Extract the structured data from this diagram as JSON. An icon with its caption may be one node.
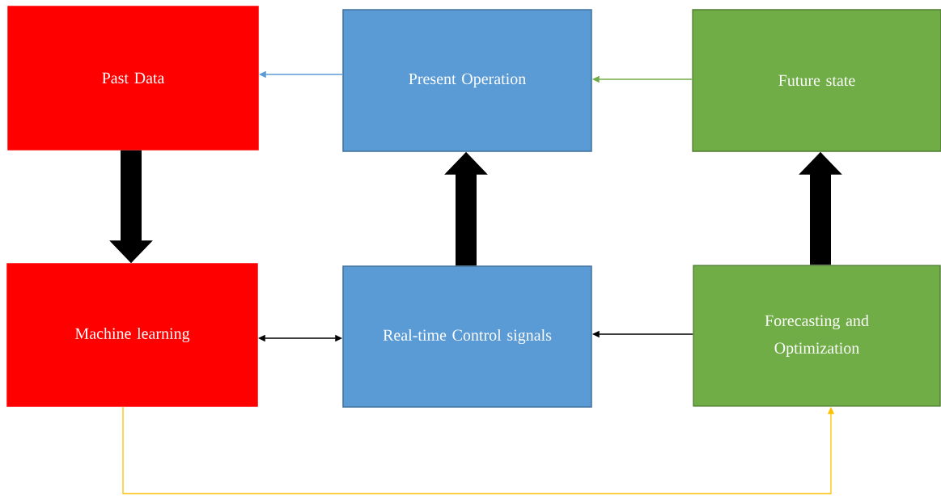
{
  "diagram": {
    "nodes": [
      {
        "text": [
          "Past Data"
        ]
      },
      {
        "text": [
          "Present Operation"
        ]
      },
      {
        "text": [
          "Future state"
        ]
      },
      {
        "text": [
          "Machine learning"
        ]
      },
      {
        "text": [
          "Real-time Control signals"
        ]
      },
      {
        "text": [
          "Forecasting and Optimization"
        ]
      }
    ],
    "edges": [
      {
        "from": 1,
        "to": 0,
        "arrow": "to",
        "color": "#5b9bd5"
      },
      {
        "from": 2,
        "to": 1,
        "arrow": "to",
        "color": "#70ad47"
      },
      {
        "from": 0,
        "to": 3,
        "arrow": "to",
        "style": "thick"
      },
      {
        "from": 4,
        "to": 1,
        "arrow": "to",
        "style": "thick"
      },
      {
        "from": 5,
        "to": 2,
        "arrow": "to",
        "style": "thick"
      },
      {
        "from": 3,
        "to": 4,
        "arrow": "both"
      },
      {
        "from": 5,
        "to": 4,
        "arrow": "to"
      },
      {
        "from": 3,
        "to": 5,
        "arrow": "to",
        "color": "#ffc000"
      }
    ]
  }
}
